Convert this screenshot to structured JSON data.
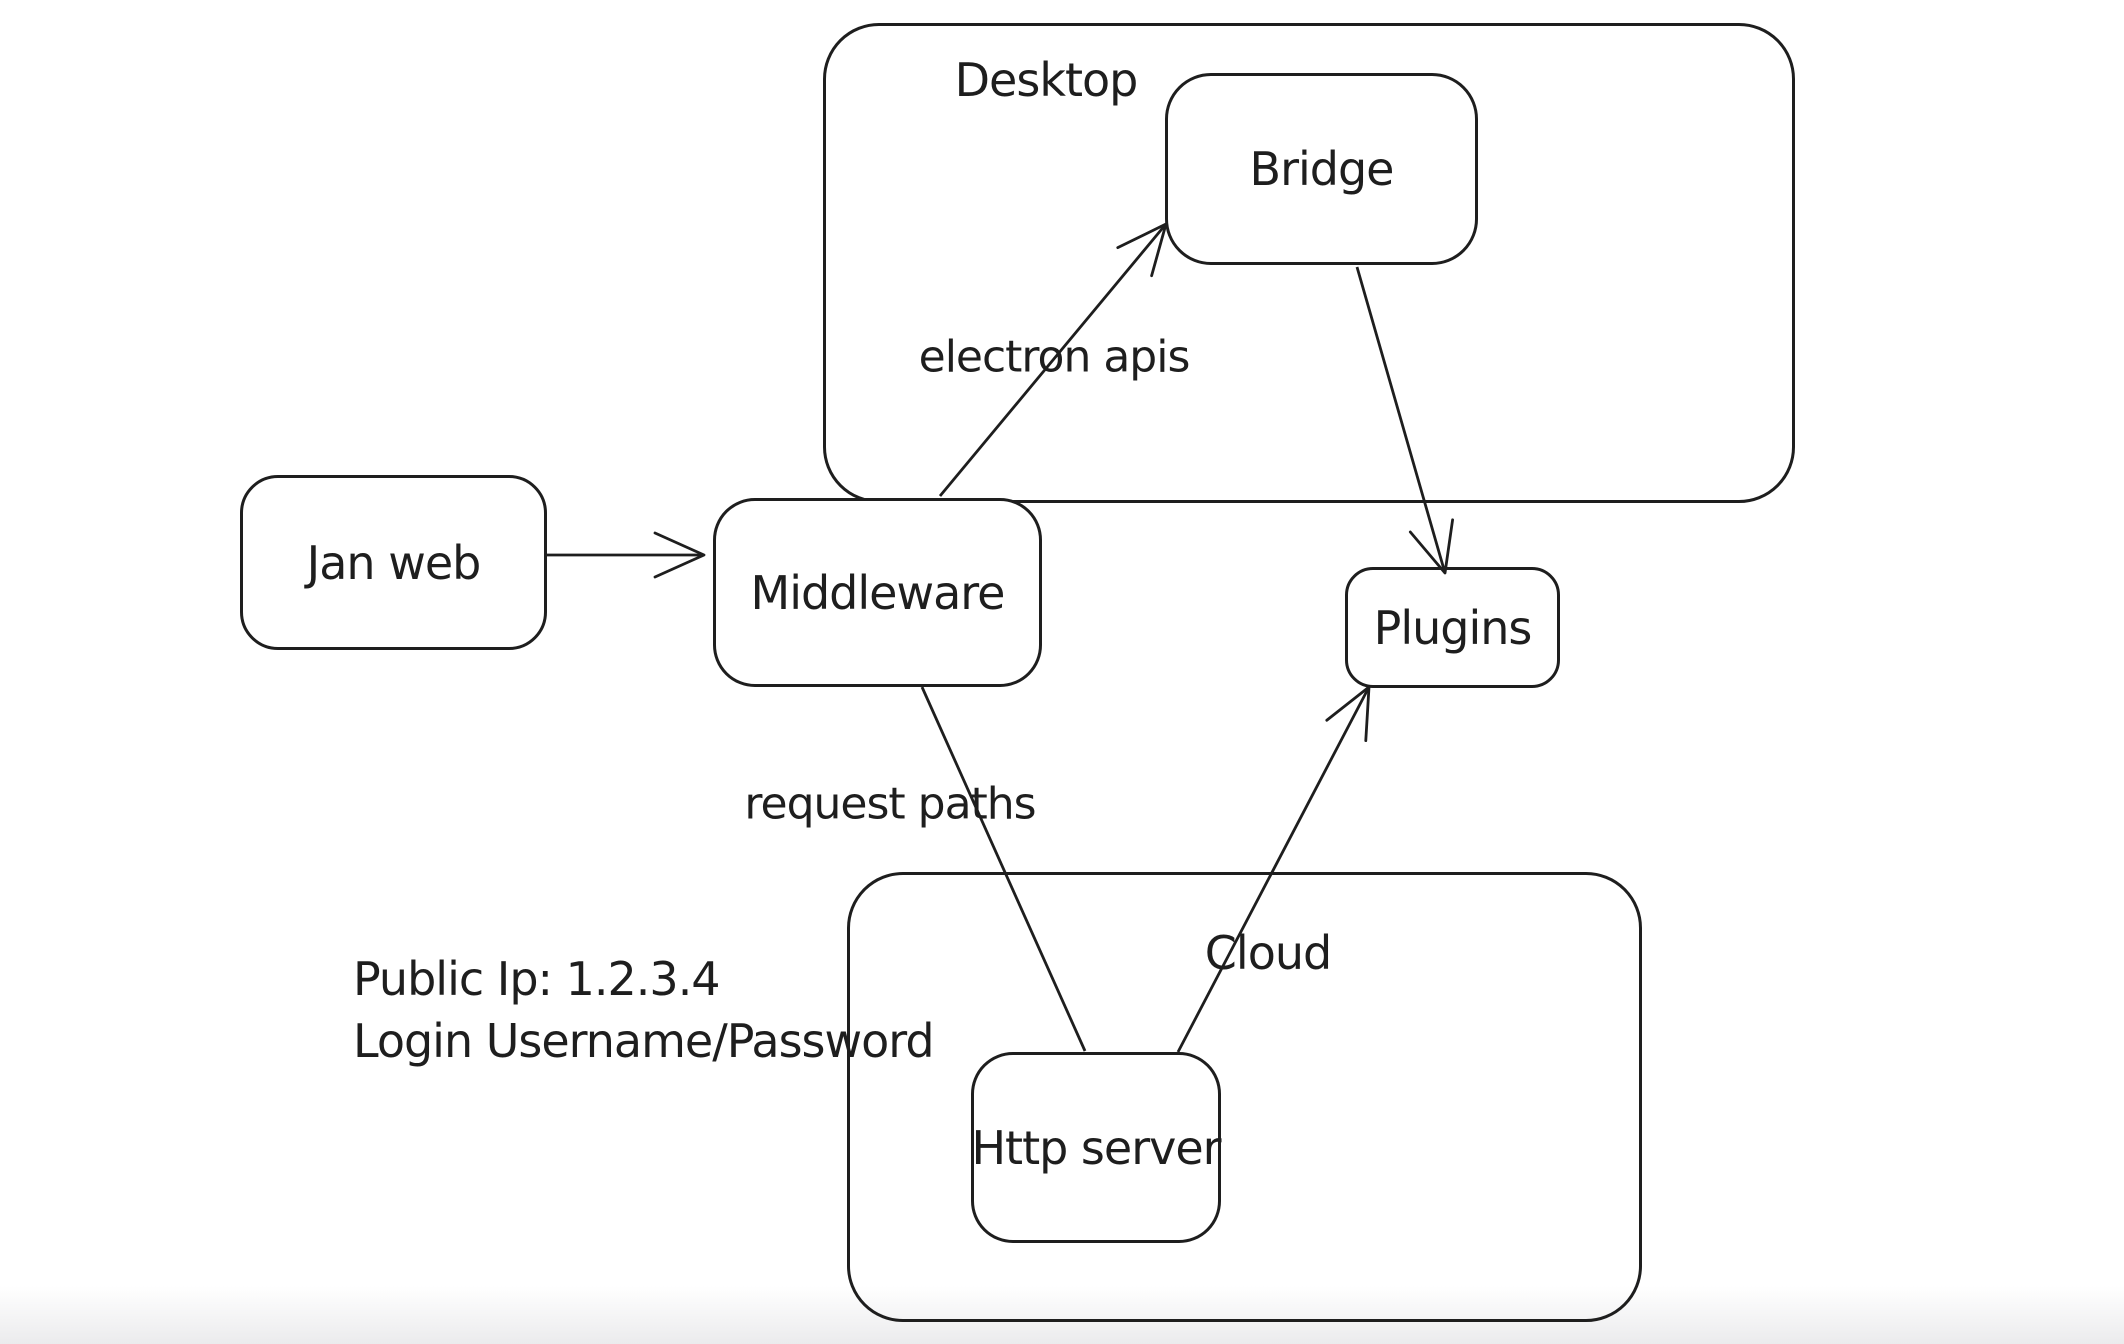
{
  "colors": {
    "stroke": "#1e1e1e",
    "background": "#ffffff",
    "bottom_fade": "#ebebed"
  },
  "containers": {
    "desktop": {
      "label": "Desktop"
    },
    "cloud": {
      "label": "Cloud"
    }
  },
  "nodes": {
    "jan_web": {
      "label": "Jan web"
    },
    "middleware": {
      "label": "Middleware"
    },
    "bridge": {
      "label": "Bridge"
    },
    "plugins": {
      "label": "Plugins"
    },
    "http_server": {
      "label": "Http server"
    }
  },
  "edge_labels": {
    "middleware_to_bridge": "electron apis",
    "middleware_to_http_server": "request paths"
  },
  "annotations": {
    "public_ip": "Public Ip: 1.2.3.4",
    "login": "Login Username/Password"
  }
}
